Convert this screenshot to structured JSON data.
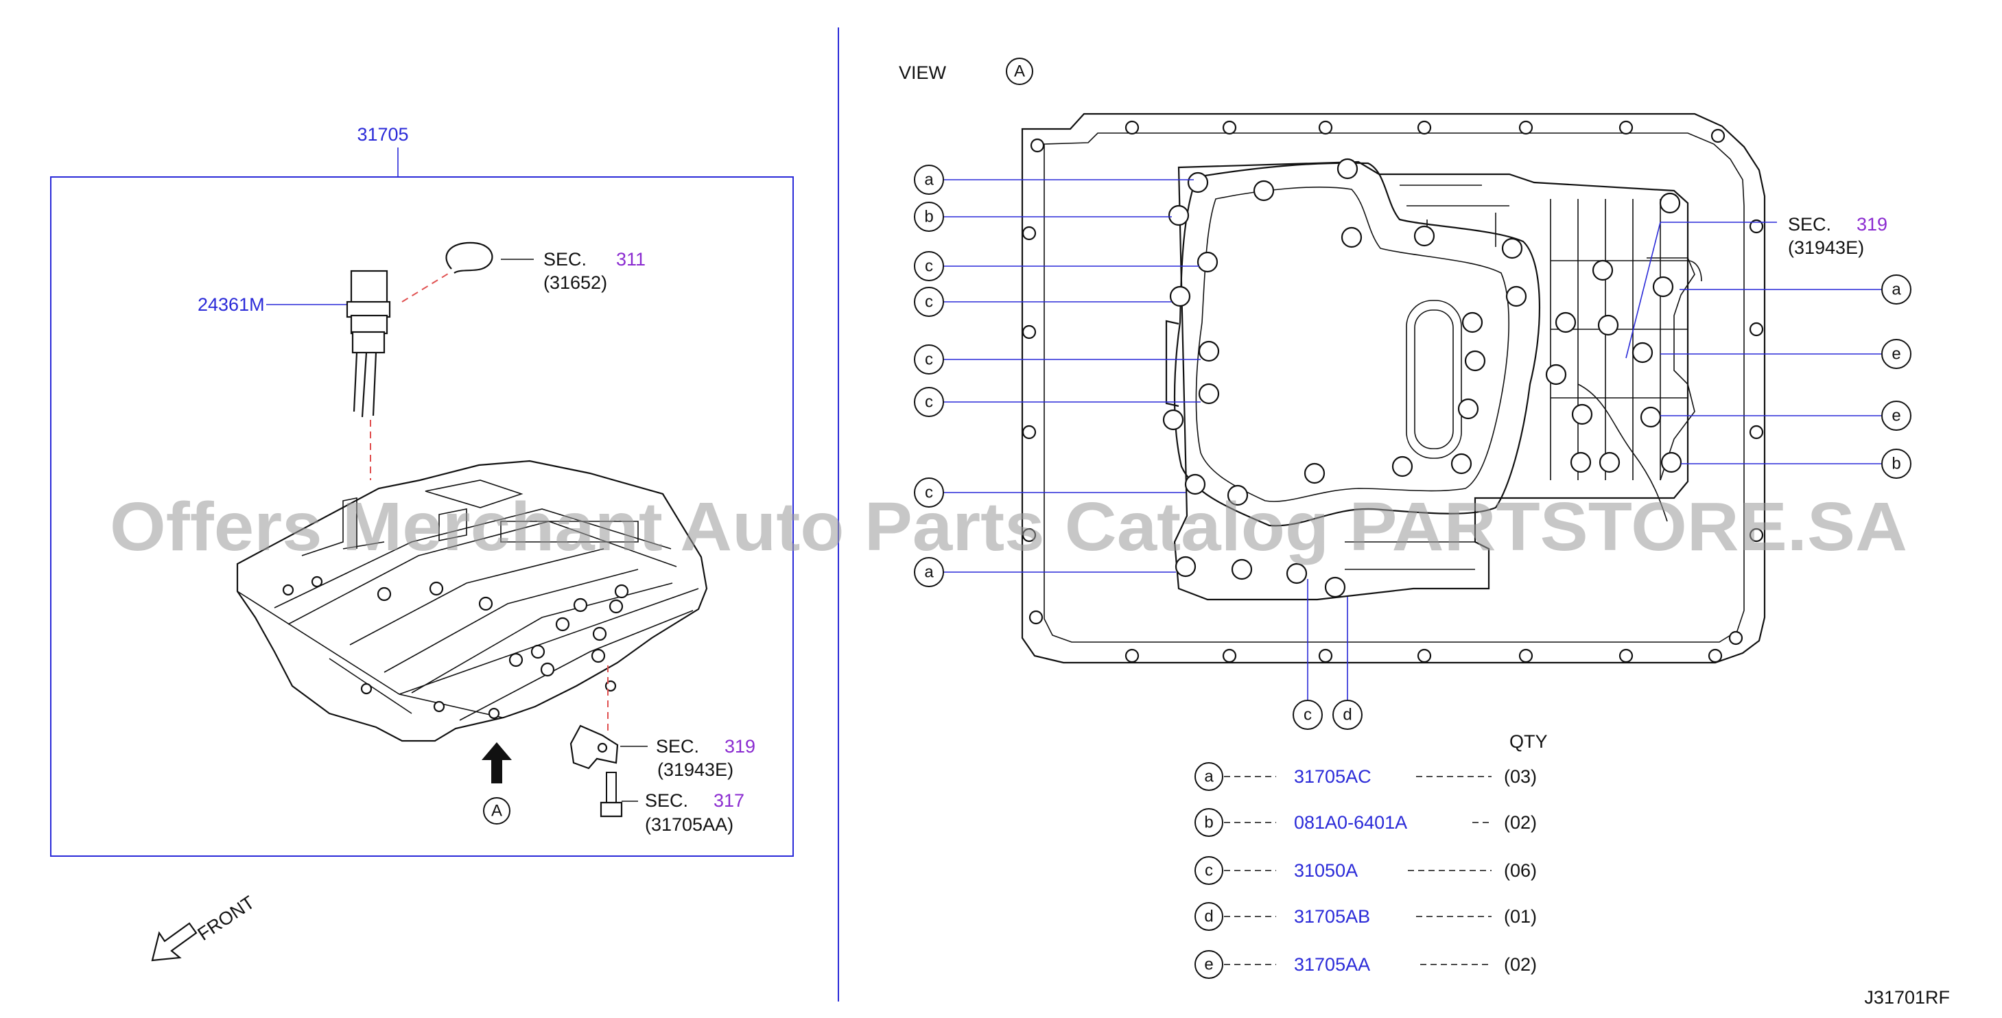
{
  "left_panel": {
    "assembly_part_no": "31705",
    "sensor_part_no": "24361M",
    "sec_callouts": [
      {
        "label": "SEC.",
        "section": "311",
        "part": "(31652)"
      },
      {
        "label": "SEC.",
        "section": "319",
        "part": "(31943E)"
      },
      {
        "label": "SEC.",
        "section": "317",
        "part": "(31705AA)"
      }
    ],
    "view_marker": "A",
    "front_label": "FRONT"
  },
  "right_panel": {
    "view_label": "VIEW",
    "view_marker": "A",
    "sec_callout": {
      "label": "SEC.",
      "section": "319",
      "part": "(31943E)"
    },
    "left_bolt_letters": [
      "a",
      "b",
      "c",
      "c",
      "c",
      "c",
      "c",
      "a"
    ],
    "right_bolt_letters": [
      "a",
      "e",
      "e",
      "b"
    ],
    "bottom_bolt_letters": [
      "c",
      "d"
    ]
  },
  "legend": {
    "qty_header": "QTY",
    "rows": [
      {
        "letter": "a",
        "part": "31705AC",
        "qty": "(03)"
      },
      {
        "letter": "b",
        "part": "081A0-6401A",
        "qty": "(02)"
      },
      {
        "letter": "c",
        "part": "31050A",
        "qty": "(06)"
      },
      {
        "letter": "d",
        "part": "31705AB",
        "qty": "(01)"
      },
      {
        "letter": "e",
        "part": "31705AA",
        "qty": "(02)"
      }
    ]
  },
  "figure_code": "J31701RF",
  "watermark": "Offers Merchant Auto Parts Catalog PARTSTORE.SA",
  "colors": {
    "part_number": "#2a2ad8",
    "section_number": "#8a2ad0",
    "watermark": "#9a9a9a",
    "leader_dash": "#e05050"
  }
}
